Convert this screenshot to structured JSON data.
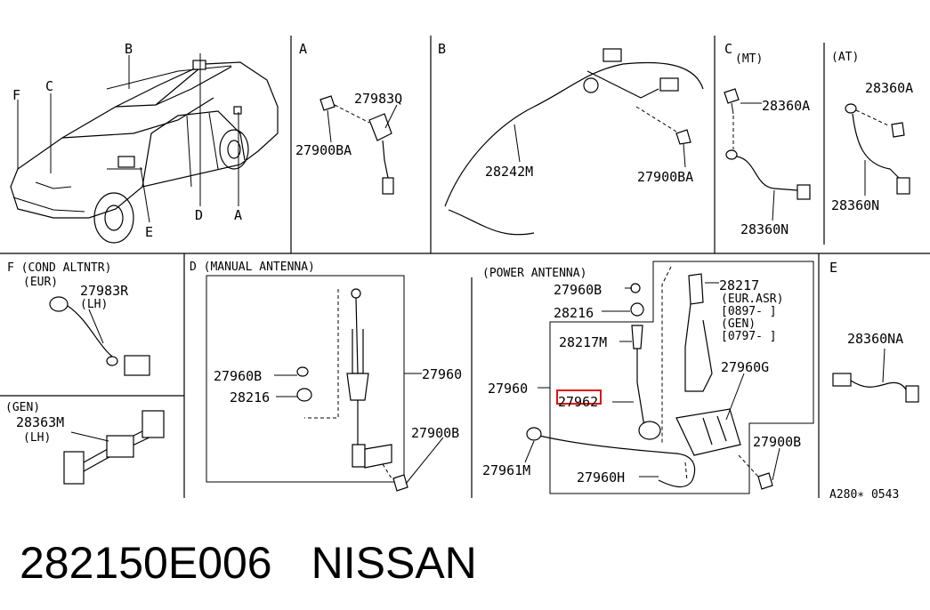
{
  "footer": {
    "part_number": "282150E006",
    "brand": "NISSAN"
  },
  "sections": {
    "overview": {
      "letters": [
        "F",
        "C",
        "B",
        "D",
        "E",
        "A"
      ]
    },
    "A": {
      "letter": "A",
      "labels": [
        "27983Q",
        "27900BA"
      ]
    },
    "B": {
      "letter": "B",
      "labels": [
        "28242M",
        "27900BA"
      ]
    },
    "C": {
      "letter": "C",
      "mt": "(MT)",
      "at": "(AT)",
      "labels": [
        "28360A",
        "28360N",
        "28360A",
        "28360N"
      ]
    },
    "F": {
      "title": "F (COND ALTNTR)",
      "eur": "(EUR)",
      "part": "27983R",
      "lh": "(LH)",
      "gen": "(GEN)",
      "gen_part": "28363M",
      "gen_lh": "(LH)"
    },
    "D_manual": {
      "title": "D (MANUAL ANTENNA)",
      "labels": [
        "27960B",
        "28216",
        "27960",
        "27900B"
      ]
    },
    "D_power": {
      "title": "(POWER ANTENNA)",
      "labels": [
        "27960B",
        "28216",
        "28217M",
        "27960",
        "27962",
        "27961M",
        "27960H",
        "27960G",
        "27900B"
      ],
      "note_part": "28217",
      "note_lines": [
        "(EUR.ASR)",
        "[0897-   ]",
        "(GEN)",
        "[0797-   ]"
      ]
    },
    "E": {
      "letter": "E",
      "part": "28360NA",
      "code": "A280∗ 0543"
    }
  }
}
